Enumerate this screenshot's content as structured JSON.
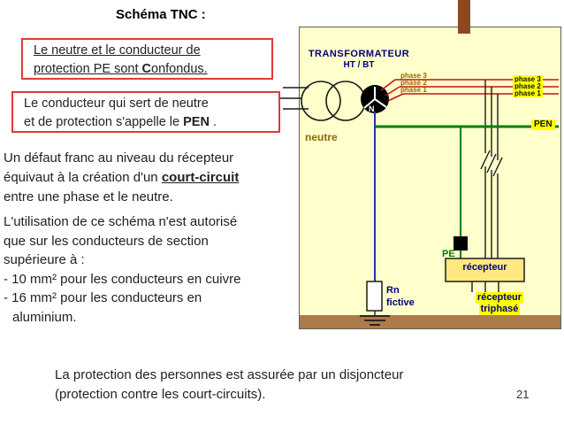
{
  "slide": {
    "title": "Schéma TNC :",
    "page_number": "21"
  },
  "colors": {
    "callout_border": "#e03a3a",
    "panel_bg": "#ffffcc",
    "navy": "#000080",
    "phase_red": "#cc1111",
    "pen_green": "#008000",
    "neutral_blue": "#2233aa",
    "label_gold": "#8a6d00",
    "highlight_yellow": "#ffff00",
    "floor_brown": "#ad7b49",
    "top_bar_brown": "#8a4a21",
    "receptor_fill": "#ffe880"
  },
  "callout_confondus": {
    "line1": "Le neutre et le conducteur de",
    "line2_pre": "protection PE sont ",
    "line2_bold": "C",
    "line2_post": "onfondus."
  },
  "callout_pen": {
    "line1": "Le conducteur qui sert de neutre",
    "line2_pre": "et de protection s'appelle le ",
    "line2_bold": "PEN",
    "line2_post": " ."
  },
  "para_defaut": {
    "line1": "Un défaut franc au niveau du récepteur",
    "line2_pre": "équivaut à la création d'un ",
    "line2_bold": "court-circuit",
    "line3": "entre une phase et le neutre."
  },
  "para_utilisation": {
    "line1": "L'utilisation de ce schéma n'est autorisé",
    "line2": "que sur les conducteurs de section",
    "line3": "supérieure à :",
    "line4": "- 10 mm² pour les conducteurs en cuivre",
    "line5": "- 16 mm² pour les conducteurs en",
    "line6": "aluminium."
  },
  "footer": {
    "line1": "La protection des personnes est assurée par un disjoncteur",
    "line2": "(protection contre les court-circuits)."
  },
  "diagram": {
    "transformer_title": "TRANSFORMATEUR",
    "transformer_subtitle": "HT / BT",
    "neutral_point_label": "N",
    "neutre_label": "neutre",
    "pen_label": "PEN",
    "phase_labels_left": [
      "phase 3",
      "phase 2",
      "phase 1"
    ],
    "phase_labels_right": [
      "phase 3",
      "phase 2",
      "phase 1"
    ],
    "rn_label_line1": "Rn",
    "rn_label_line2": "fictive",
    "pe_label": "PE",
    "recepteur_box_label": "récepteur",
    "recepteur_triphase_line1": "récepteur",
    "recepteur_triphase_line2": "triphasé"
  }
}
